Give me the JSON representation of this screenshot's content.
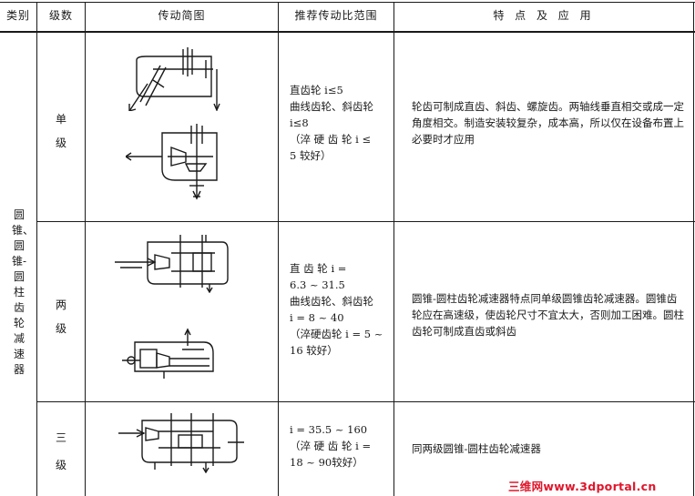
{
  "table": {
    "headers": {
      "category": "类别",
      "stages": "级数",
      "diagram": "传动简图",
      "ratio": "推荐传动比范围",
      "features": "特 点 及 应 用"
    },
    "category_label": "圆锥、圆锥-圆柱齿轮减速器",
    "rows": [
      {
        "stage": "单级",
        "ratio_lines": [
          "直齿轮 i≤5",
          "曲线齿轮、斜齿轮",
          "i≤8",
          "（淬 硬 齿 轮  i ≤",
          "5 较好）"
        ],
        "features": "轮齿可制成直齿、斜齿、螺旋齿。两轴线垂直相交或成一定角度相交。制造安装较复杂，成本高，所以仅在设备布置上必要时才应用"
      },
      {
        "stage": "两级",
        "ratio_lines": [
          "直 齿 轮  i  =",
          "6.3 ~ 31.5",
          "曲线齿轮、斜齿轮",
          "i = 8 ~ 40",
          "（淬硬齿轮 i = 5 ~",
          "16 较好）"
        ],
        "features": "圆锥-圆柱齿轮减速器特点同单级圆锥齿轮减速器。圆锥齿轮应在高速级，使齿轮尺寸不宜太大，否则加工困难。圆柱齿轮可制成直齿或斜齿"
      },
      {
        "stage": "三级",
        "ratio_lines": [
          "i = 35.5 ~ 160",
          "（淬 硬 齿 轮  i  =",
          "18 ~ 90较好）"
        ],
        "features": "同两级圆锥-圆柱齿轮减速器"
      }
    ]
  },
  "watermark": "三维网www.3dportal.cn",
  "colors": {
    "ink": "#1a1a1a",
    "watermark": "#e0162b"
  }
}
